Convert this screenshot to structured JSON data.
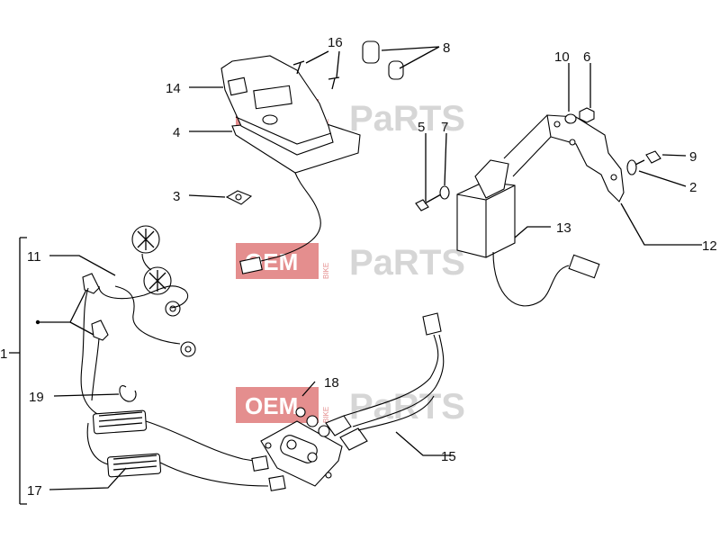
{
  "labels": {
    "l1": "1",
    "l2": "2",
    "l3": "3",
    "l4": "4",
    "l5": "5",
    "l6": "6",
    "l7": "7",
    "l8": "8",
    "l9": "9",
    "l10": "10",
    "l11": "11",
    "l12": "12",
    "l13": "13",
    "l14": "14",
    "l15": "15",
    "l16": "16",
    "l17": "17",
    "l18": "18",
    "l19": "19"
  },
  "watermark": {
    "oem": "OEM",
    "bike": "BIKE",
    "parts": "PaRTS"
  },
  "colors": {
    "watermark_accent": "#e07b7b",
    "watermark_grey": "#cfcfcf",
    "line": "#000000"
  }
}
